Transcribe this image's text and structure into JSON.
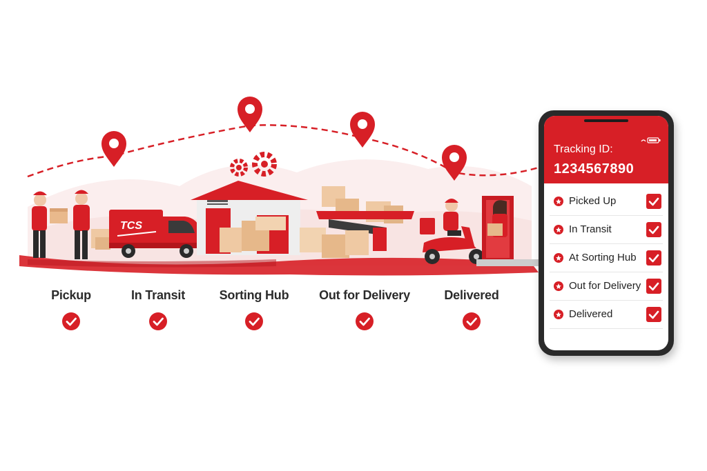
{
  "brand": {
    "truck_logo": "TCS",
    "accent": "#d71f26"
  },
  "stages": [
    {
      "label": "Pickup",
      "icon": "check-circle-icon"
    },
    {
      "label": "In Transit",
      "icon": "check-circle-icon"
    },
    {
      "label": "Sorting Hub",
      "icon": "check-circle-icon"
    },
    {
      "label": "Out for Delivery",
      "icon": "check-circle-icon"
    },
    {
      "label": "Delivered",
      "icon": "check-circle-icon"
    }
  ],
  "phone": {
    "tracking_title": "Tracking ID:",
    "tracking_number": "1234567890",
    "statuses": [
      {
        "label": "Picked Up",
        "checked": true
      },
      {
        "label": "In Transit",
        "checked": true
      },
      {
        "label": "At Sorting Hub",
        "checked": true
      },
      {
        "label": "Out for Delivery",
        "checked": true
      },
      {
        "label": "Delivered",
        "checked": true
      }
    ]
  }
}
